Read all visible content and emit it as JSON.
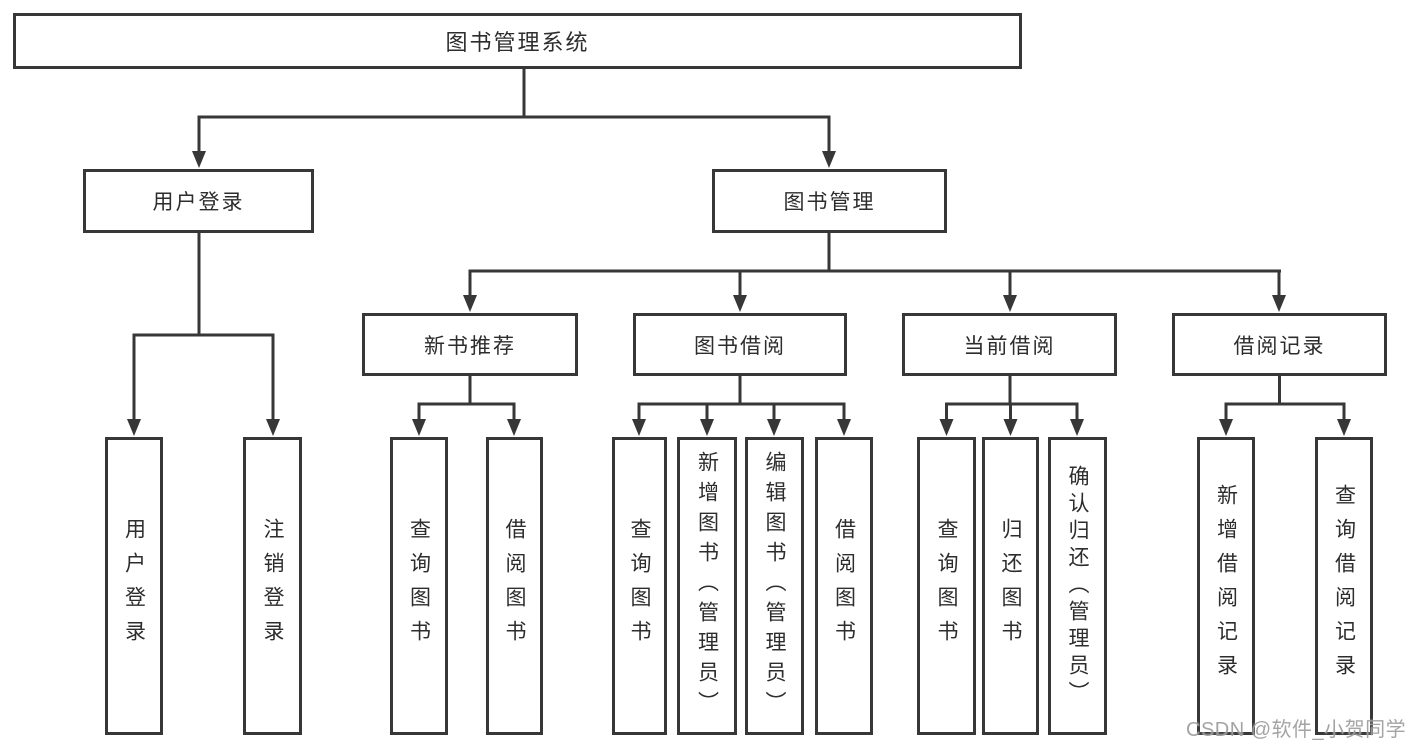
{
  "diagram": {
    "root": {
      "label": "图书管理系统"
    },
    "branches": [
      {
        "label": "用户登录",
        "children": [
          {
            "label": "用户登录"
          },
          {
            "label": "注销登录"
          }
        ]
      },
      {
        "label": "图书管理",
        "children": [
          {
            "label": "新书推荐",
            "children": [
              {
                "label": "查询图书"
              },
              {
                "label": "借阅图书"
              }
            ]
          },
          {
            "label": "图书借阅",
            "children": [
              {
                "label": "查询图书"
              },
              {
                "label": "新增图书（管理员）"
              },
              {
                "label": "编辑图书（管理员）"
              },
              {
                "label": "借阅图书"
              }
            ]
          },
          {
            "label": "当前借阅",
            "children": [
              {
                "label": "查询图书"
              },
              {
                "label": "归还图书"
              },
              {
                "label": "确认归还（管理员）"
              }
            ]
          },
          {
            "label": "借阅记录",
            "children": [
              {
                "label": "新增借阅记录"
              },
              {
                "label": "查询借阅记录"
              }
            ]
          }
        ]
      }
    ],
    "watermark": "CSDN @软件_小贺同学",
    "colors": {
      "line": "#373737",
      "box_border": "#373737",
      "text": "#2d2d2d",
      "watermark": "#9d9d9d",
      "background": "#ffffff"
    }
  }
}
